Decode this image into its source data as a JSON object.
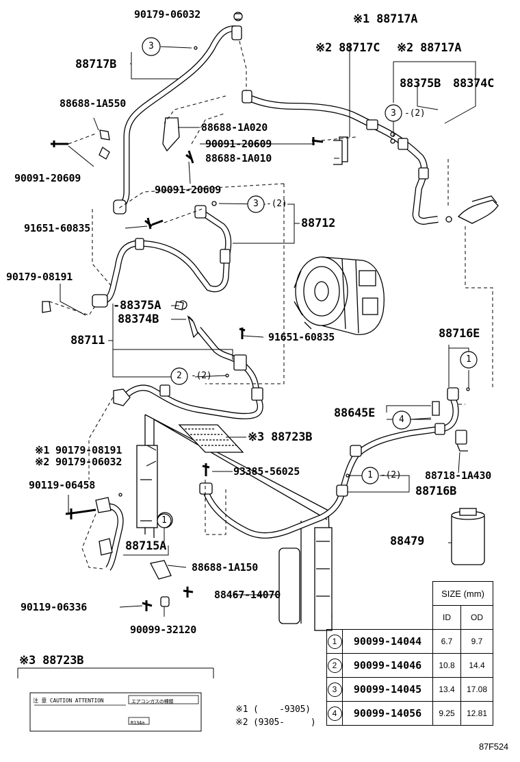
{
  "callouts": {
    "p90179_06032_top": "90179-06032",
    "p88717B": "88717B",
    "c3_a": "3",
    "p88688_1A550": "88688-1A550",
    "p90091_20609_l": "90091-20609",
    "p88688_1A020": "88688-1A020",
    "p90091_20609_m": "90091-20609",
    "p88688_1A010": "88688-1A010",
    "p90091_20609_b": "90091-20609",
    "note1_88717A": "※1 88717A",
    "note2_88717C": "※2 88717C",
    "note2_88717A": "※2 88717A",
    "p88375B": "88375B",
    "p88374C": "88374C",
    "c3_b": "3",
    "c3_b_qty": "-(2)",
    "c3_c": "3",
    "c3_c_qty": "-(2)",
    "p88712": "88712",
    "p91651_60835_l": "91651-60835",
    "p90179_08191": "90179-08191",
    "p88375A": "-88375A",
    "p88374B": "88374B",
    "p88711": "88711",
    "p91651_60835_r": "91651-60835",
    "c2": "2",
    "c2_qty": "-(2)",
    "p88716E": "88716E",
    "c1_a": "1",
    "p88645E": "88645E",
    "c4": "4",
    "note3_88723B": "※3 88723B",
    "note1_90179_08191": "※1 90179-08191",
    "note2_90179_06032": "※2 90179-06032",
    "p93385_56025": "93385-56025",
    "p88718_1A430": "88718-1A430",
    "c1_b": "1",
    "c1_b_qty": "-(2)",
    "p88716B": "88716B",
    "p90119_06458": "90119-06458",
    "c1_c": "1",
    "p88715A": "88715A",
    "p88688_1A150": "88688-1A150",
    "p88479": "88479",
    "p88467_14070": "88467-14070",
    "p90119_06336": "90119-06336",
    "p90099_32120": "90099-32120"
  },
  "label_box": {
    "title": "※3 88723B",
    "sticker_left_text": "注 意  CAUTION  ATTENTION",
    "sticker_right_top": "エアコンガスの種類",
    "sticker_right_bottom": "R134a"
  },
  "notes": {
    "note1": "※1 (    -9305)",
    "note2": "※2 (9305-     )"
  },
  "size_table": {
    "header": "SIZE (mm)",
    "col_id": "ID",
    "col_od": "OD",
    "rows": [
      {
        "num": "1",
        "part": "90099-14044",
        "id": "6.7",
        "od": "9.7"
      },
      {
        "num": "2",
        "part": "90099-14046",
        "id": "10.8",
        "od": "14.4"
      },
      {
        "num": "3",
        "part": "90099-14045",
        "id": "13.4",
        "od": "17.08"
      },
      {
        "num": "4",
        "part": "90099-14056",
        "id": "9.25",
        "od": "12.81"
      }
    ]
  },
  "figure_code": "87F524"
}
